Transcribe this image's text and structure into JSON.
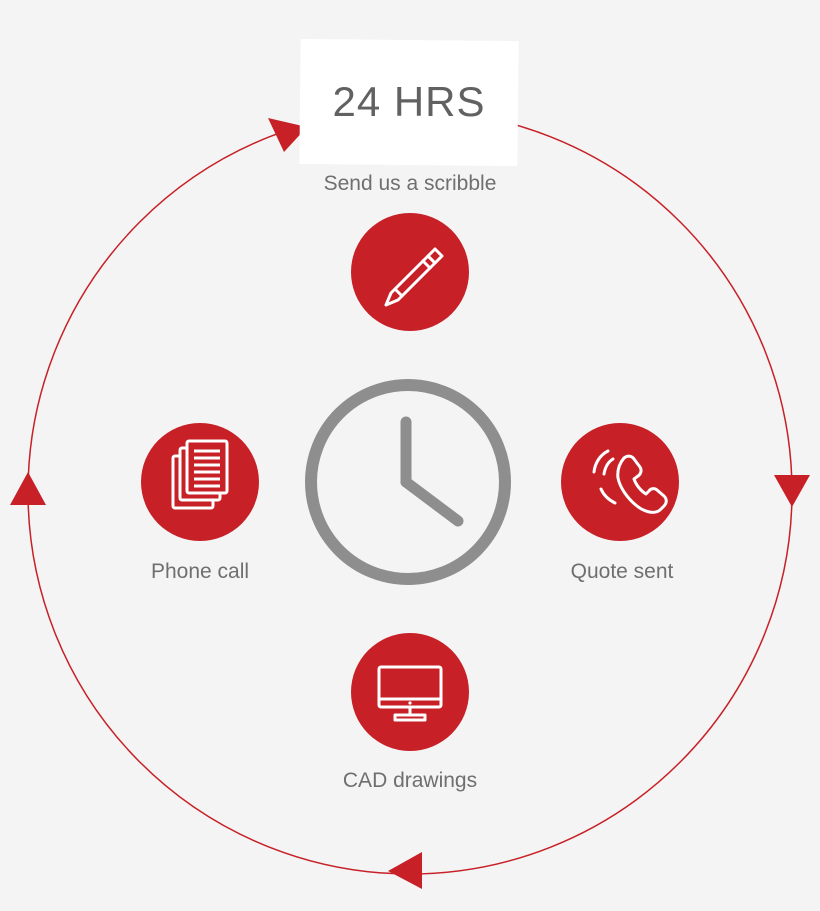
{
  "title": "24 HRS",
  "steps": [
    {
      "label": "Send us a scribble",
      "icon": "pencil-icon"
    },
    {
      "label": "Quote sent",
      "icon": "phone-icon"
    },
    {
      "label": "CAD drawings",
      "icon": "monitor-icon"
    },
    {
      "label": "Phone call",
      "icon": "document-icon"
    }
  ],
  "center_icon": "clock-icon",
  "colors": {
    "accent": "#c72027",
    "clock": "#8e8e8e",
    "text": "#6f6f6f",
    "background": "#f4f4f4"
  }
}
